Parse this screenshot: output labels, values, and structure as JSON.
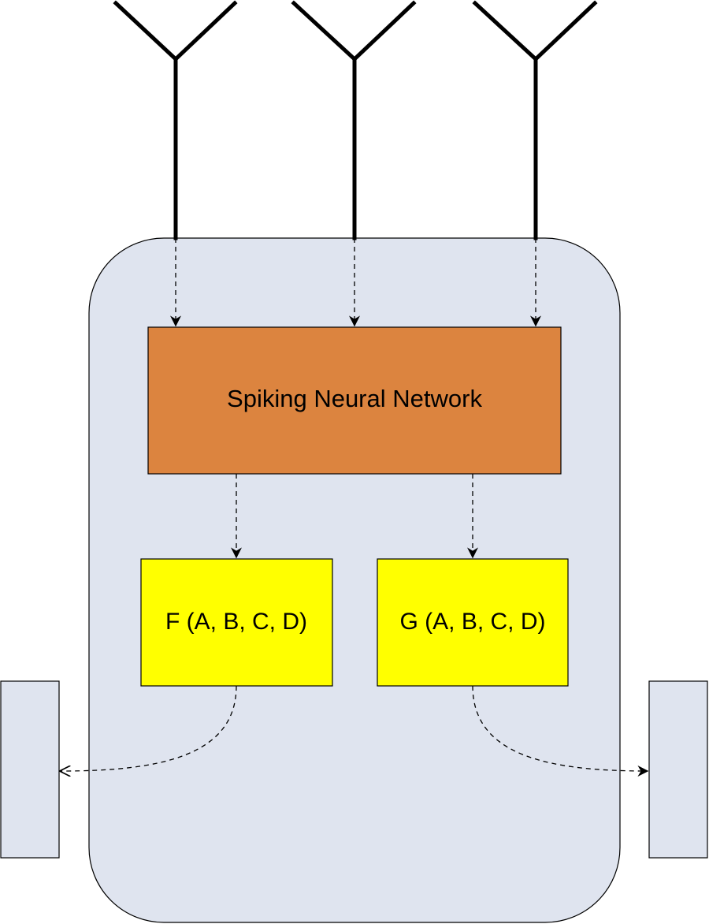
{
  "network": {
    "label": "Spiking Neural Network"
  },
  "functions": [
    {
      "label": "F (A, B, C, D)"
    },
    {
      "label": "G (A, B, C, D)"
    }
  ],
  "colors": {
    "body": "#dfe4ef",
    "network": "#dc843f",
    "function": "#ffff00",
    "wheel": "#dfe4ef"
  }
}
